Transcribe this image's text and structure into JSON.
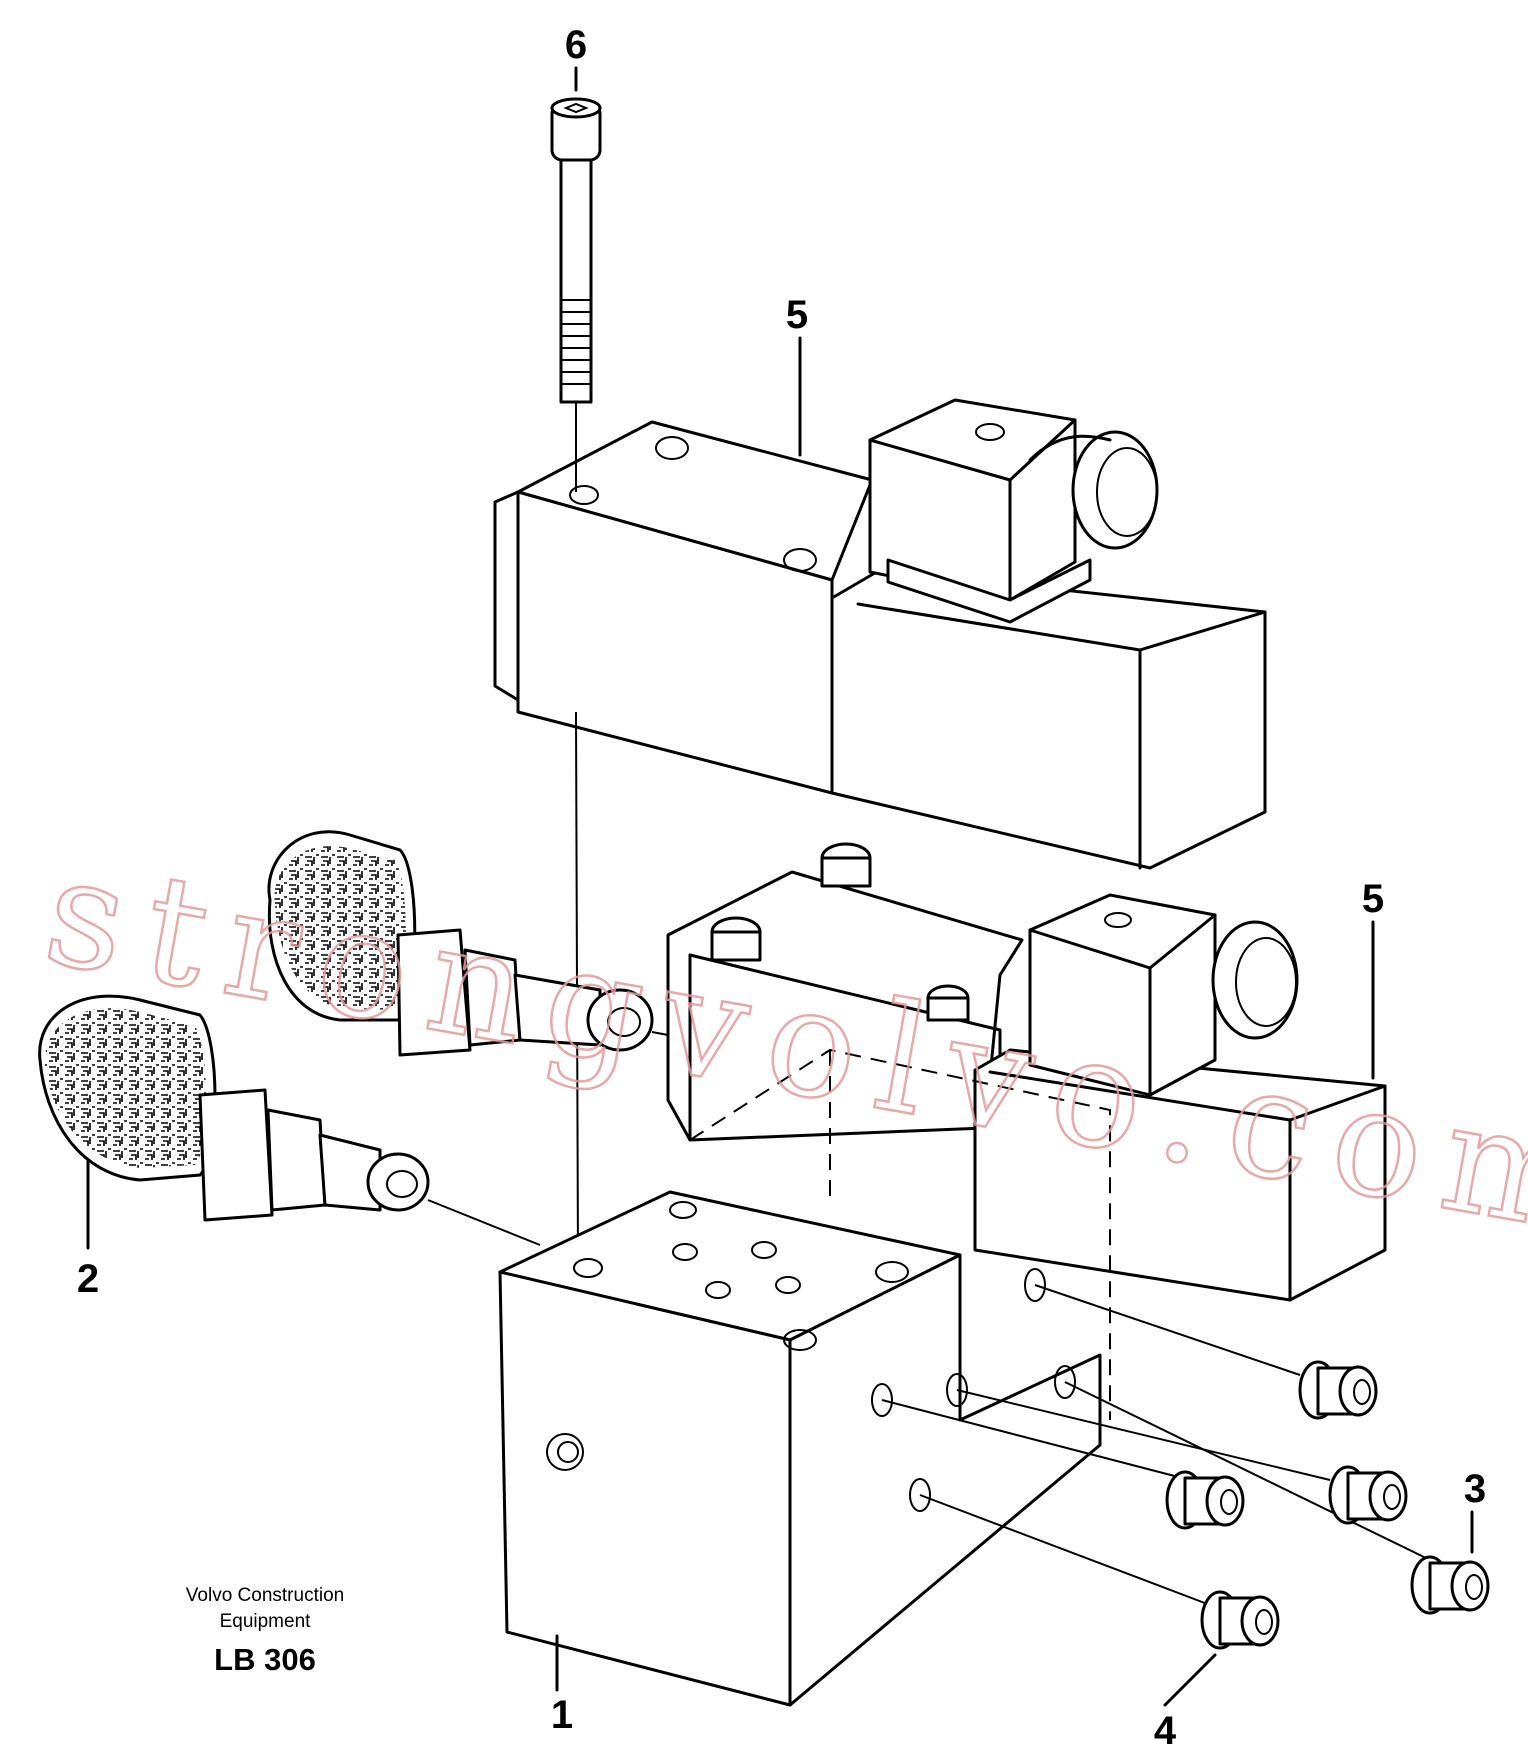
{
  "callouts": {
    "c1": "1",
    "c2": "2",
    "c3": "3",
    "c4": "4",
    "c5a": "5",
    "c5b": "5",
    "c6": "6"
  },
  "footer": {
    "brand_line1": "Volvo Construction",
    "brand_line2": "Equipment",
    "code": "LB 306"
  },
  "watermark": {
    "text": "strongvolvo.com",
    "color": "#e39a9a"
  }
}
